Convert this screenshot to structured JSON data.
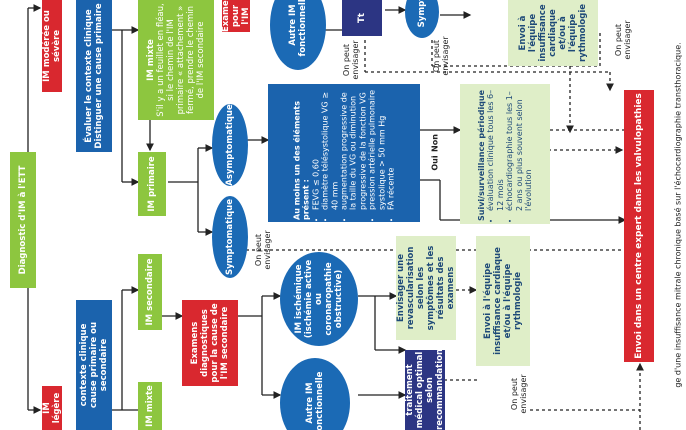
{
  "nodes": {
    "root": "Diagnostic d'IM à l'ETT",
    "im_moderee": "IM modérée ou sévère",
    "evaluer_top": "Évaluer le contexte clinique\nDistinguer une cause primaire",
    "im_mixte_top": "IM mixte",
    "im_mixte_text": "S'il y a un feuillet en fléau, si le chemin de l'IM primaire « attachement » fermé, prendre le chemin de l'IM secondaire",
    "examens_top": "Examens pour l'IM",
    "autre_im_top": "Autre IM fonctionnelle",
    "tt_top": "Tt",
    "sympt_top": "Sympt",
    "envoi_equipe_top": "Envoi à l'équipe insuffisance cardiaque et/ou à l'équipe rythmologie",
    "on_peut_1": "On peut envisager",
    "on_peut_2": "On peut envisager",
    "im_primaire": "IM primaire",
    "asymptomatique": "Asymptomatique",
    "symptomatique": "Symptomatique",
    "criteria_title": "Au moins un des éléments présent :",
    "criteria": [
      "FEVG ≤ 0,60",
      "diamètre télésystolique VG ≥ 40 mm",
      "augmentation progressive de la taille du VG ou diminution progressive de la fonction VG",
      "pression artérielle pulmonaire systolique > 50 mm Hg",
      "FA récente"
    ],
    "oui": "Oui",
    "non": "Non",
    "suivi_title": "Suivi/surveillance périodique",
    "suivi_items": [
      "évaluation clinique tous les 6–12 mois",
      "échocardiographie tous les 1–2 ans ou plus souvent selon l'évolution"
    ],
    "on_peut_3": "On peut envisager",
    "on_peut_4": "On peut envisager",
    "centre_expert": "Envoi dans un centre expert dans les valvulopathies",
    "im_legere": "IM légère",
    "contexte_bottom": "contexte clinique\ncause primaire ou secondaire",
    "im_secondaire": "IM secondaire",
    "im_mixte_bottom": "IM mixte",
    "examens_bottom": "Examens diagnostiques pour la cause de l'IM secondaire",
    "im_ischemique": "IM ischémique (ischémie active ou coronaropathie obstructive)",
    "autre_im_bottom": "Autre IM fonctionnelle",
    "revasc": "Envisager une revascularisation selon les symptômes et les résultats des examens",
    "envoi_equipe_bottom": "Envoi à l'équipe insuffisance cardiaque et/ou à l'équipe rythmologie",
    "tt_medical": "traitement médical optimal selon recommandations",
    "on_peut_5": "On peut envisager"
  },
  "caption": "ge d'une insuffisance mitrale chronique basé sur l'échocardiographie transthoracique."
}
